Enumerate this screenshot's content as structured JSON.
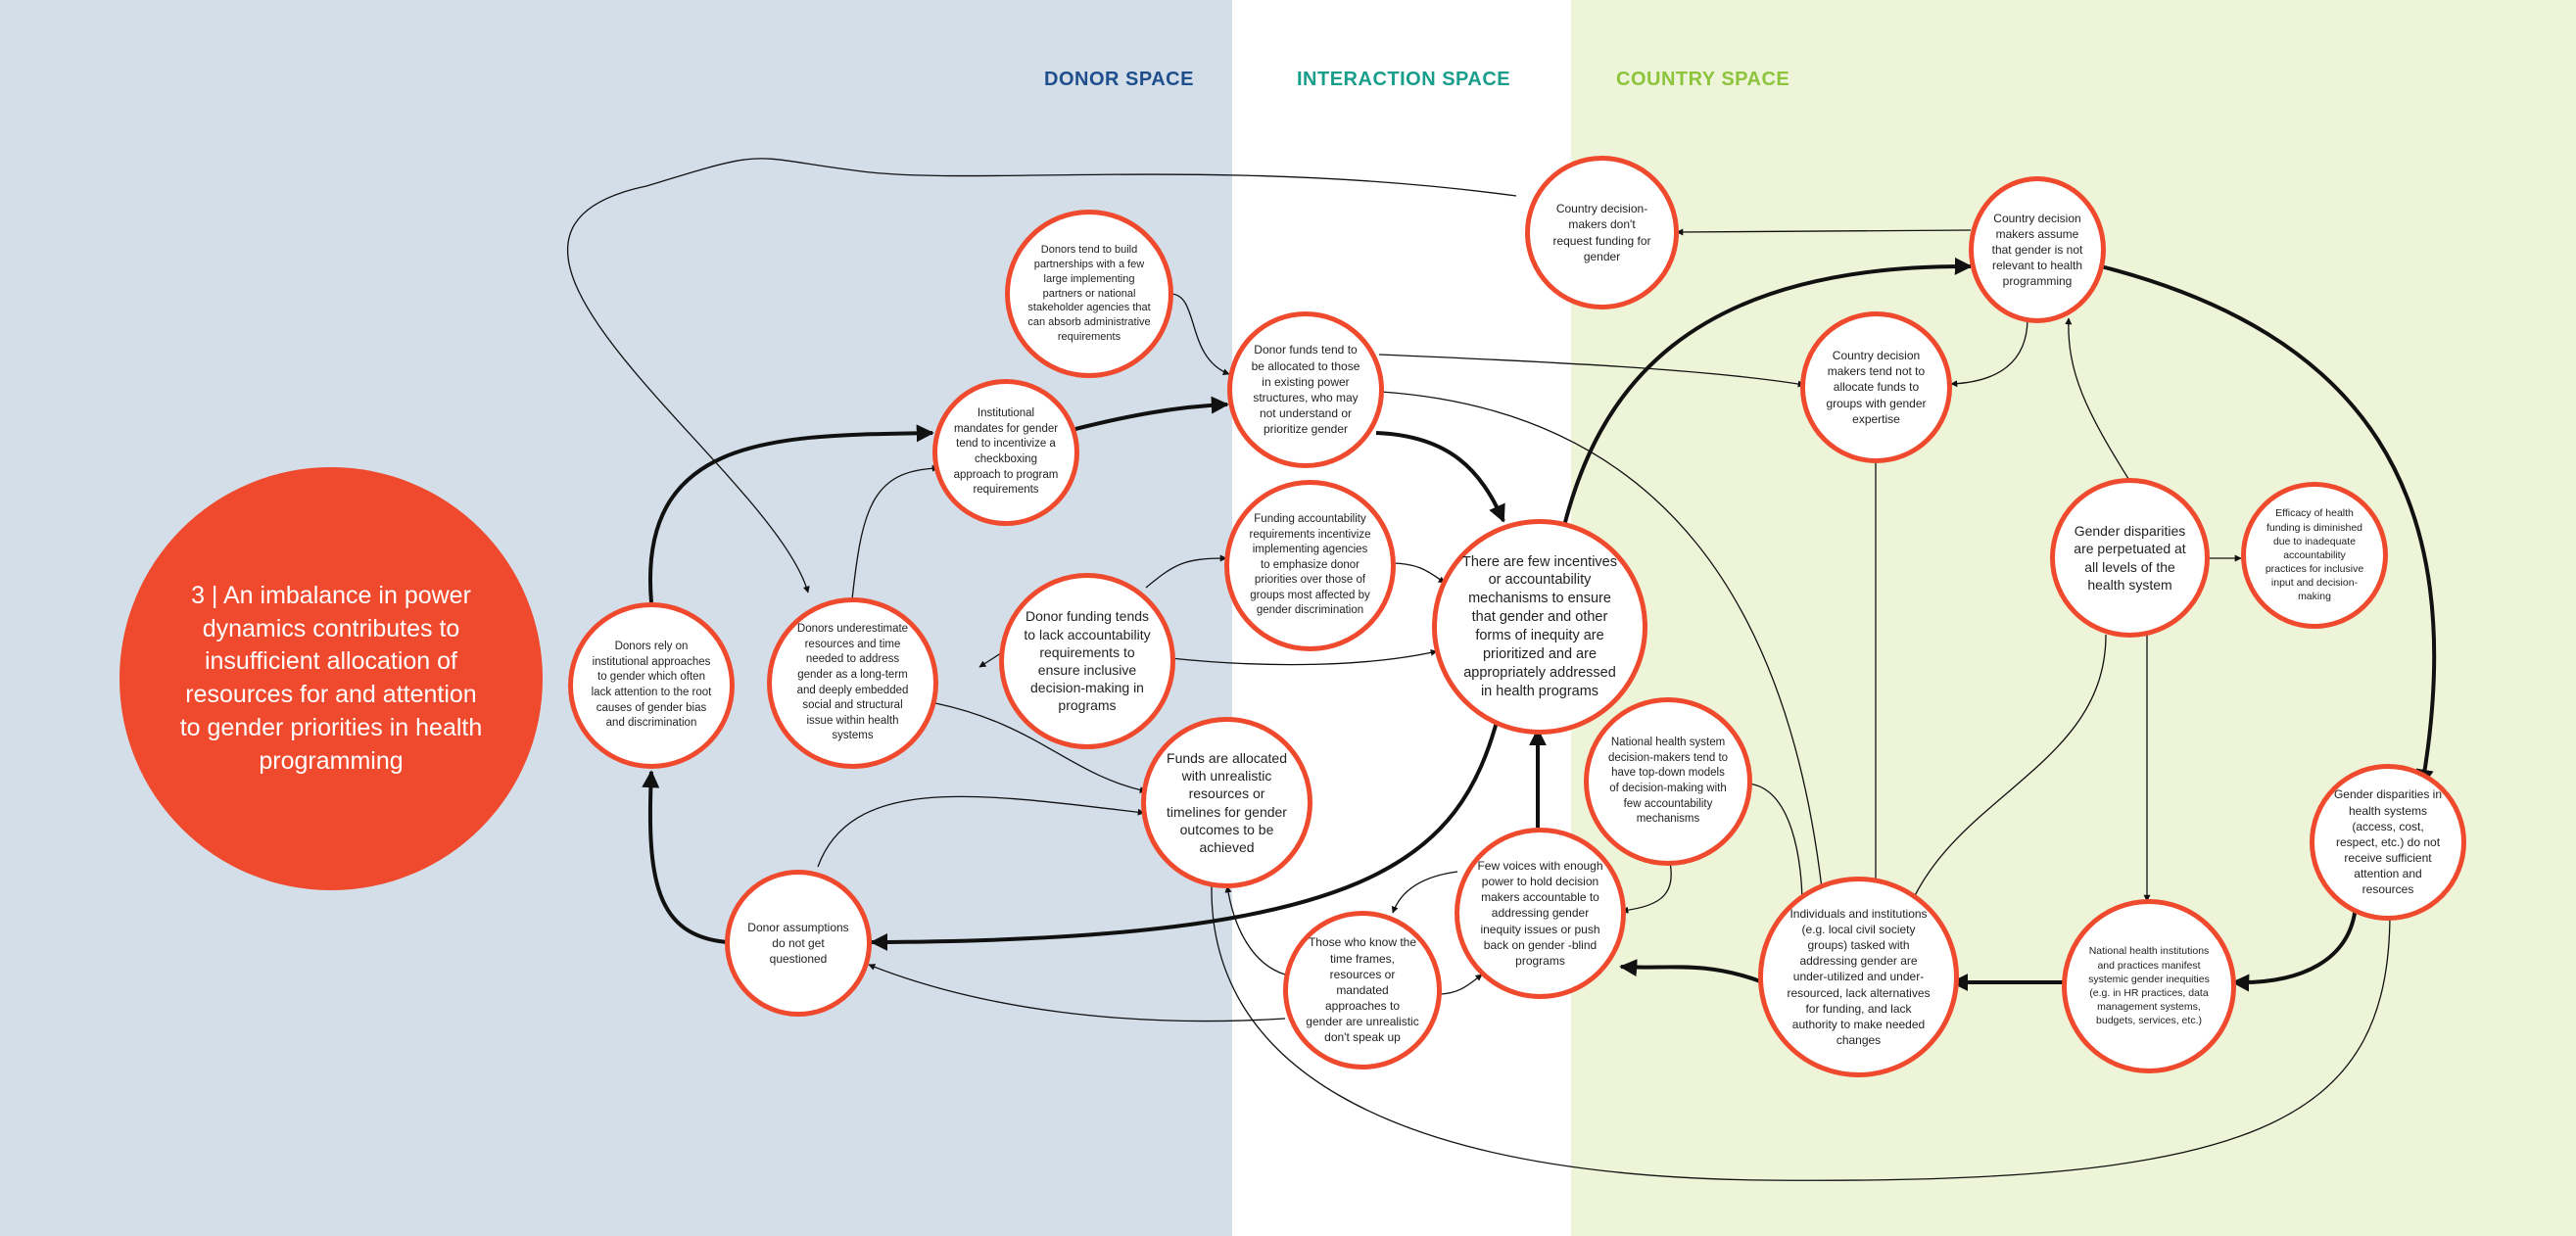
{
  "colors": {
    "donor_band": "#d3dee9",
    "interaction_band": "#ffffff",
    "country_band": "#eef4d7",
    "node_border": "#ef4a2d",
    "title_fill": "#ef4a2d",
    "donor_label": "#1f4e8c",
    "interaction_label": "#1a9e8c",
    "country_label": "#8cc43c",
    "edge": "#111111"
  },
  "spaces": {
    "donor": "DONOR SPACE",
    "interaction": "INTERACTION SPACE",
    "country": "COUNTRY SPACE"
  },
  "title": "3 | An imbalance in power dynamics contributes to insufficient allocation of resources for and attention to gender priorities in health programming",
  "nodes": {
    "n1": "Donors tend to build partnerships with a few large implementing partners or national stakeholder agencies that can absorb administrative requirements",
    "n2": "Institutional mandates for gender tend to incentivize a checkboxing approach to program requirements",
    "n3": "Donors rely on institutional approaches to gender which often lack attention to the root causes of gender bias and discrimination",
    "n4": "Donors underestimate resources and time needed to address gender as a long-term and deeply embedded social and structural issue within health systems",
    "n5": "Donor funding tends to lack accountability requirements to ensure inclusive decision-making in programs",
    "n6": "Donor funds tend to be allocated to those in existing power structures, who may not understand or prioritize gender",
    "n7": "Funding accountability requirements incentivize implementing agencies to emphasize donor priorities over those of groups most affected by gender discrimination",
    "n8": "There are few incentives or accountability mechanisms to ensure that gender and other forms of inequity are prioritized and are appropriately addressed in health programs",
    "n9": "Funds are allocated with unrealistic resources or timelines for gender outcomes to be achieved",
    "n10": "Donor assumptions do not get questioned",
    "n11": "Those who know the time frames, resources or mandated approaches to gender are unrealistic don't speak up",
    "n12": "Few voices with enough power to hold decision makers accountable to addressing gender inequity issues or push back on gender -blind programs",
    "n13": "National health system decision-makers tend to have top-down models of decision-making with few accountability mechanisms",
    "n14": "Country decision-makers don't request funding for gender",
    "n15": "Country decision makers assume that gender is not relevant to health programming",
    "n16": "Country decision makers tend not to allocate funds to groups with gender expertise",
    "n17": "Gender disparities are perpetuated at all levels of the health system",
    "n18": "Efficacy of health funding is diminished due to inadequate accountability practices for inclusive input and decision-making",
    "n19": "Gender disparities in health systems (access, cost, respect, etc.) do not receive sufficient attention and resources",
    "n20": "Individuals and institutions (e.g. local civil society groups) tasked with addressing gender are under-utilized and under-resourced, lack alternatives for funding, and lack authority to make needed changes",
    "n21": "National health institutions and practices manifest systemic gender inequities (e.g. in HR practices, data management systems, budgets, services, etc.)"
  }
}
